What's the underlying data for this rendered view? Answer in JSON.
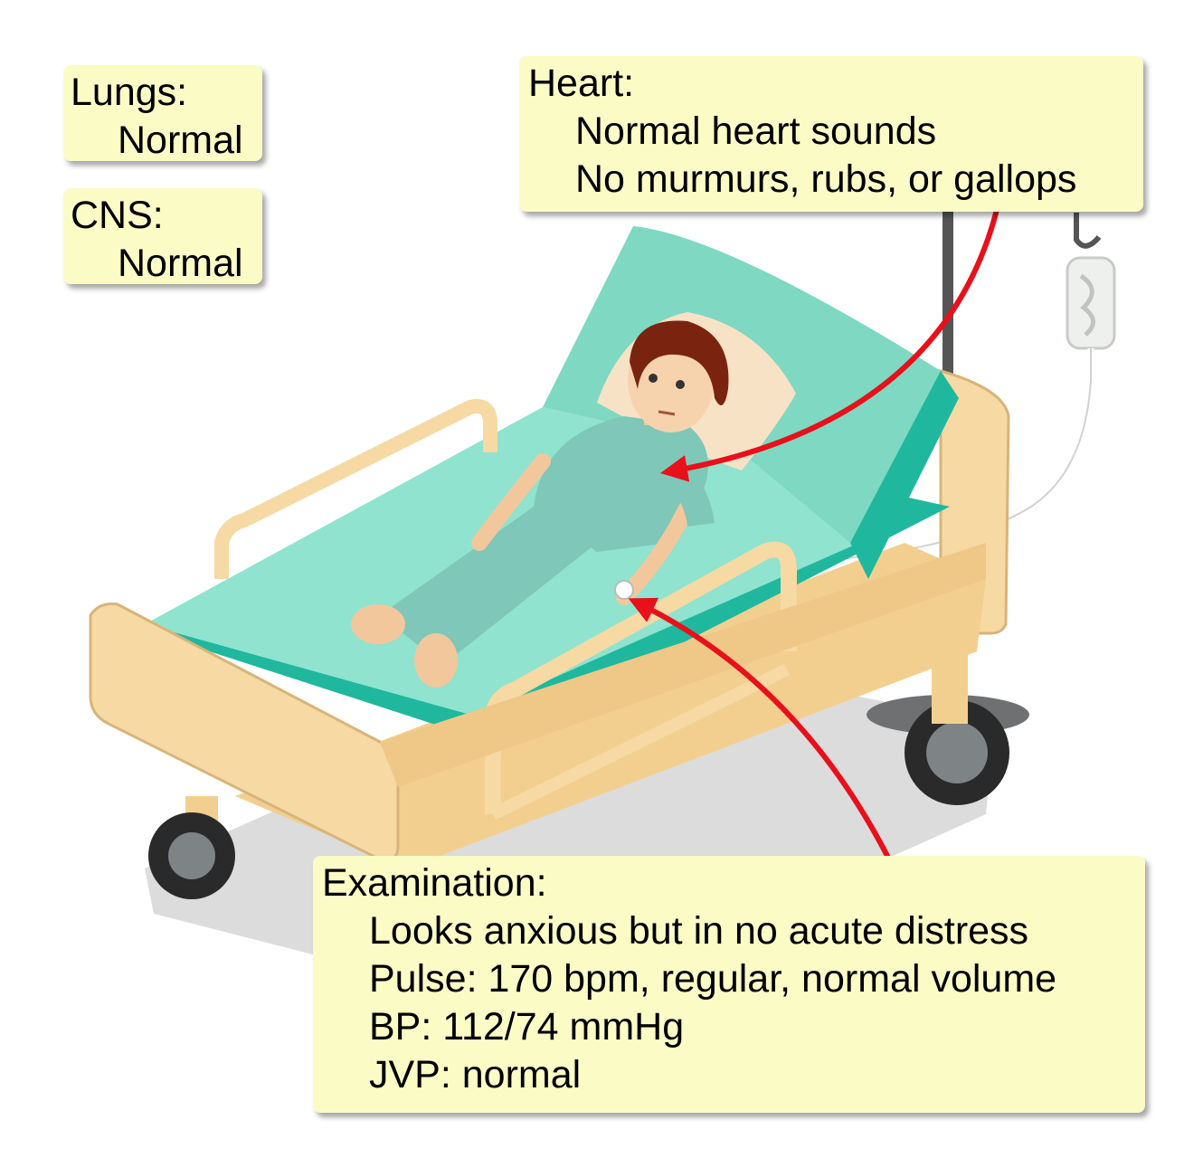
{
  "callouts": {
    "lungs": {
      "title": "Lungs:",
      "lines": [
        "Normal"
      ]
    },
    "cns": {
      "title": "CNS:",
      "lines": [
        "Normal"
      ]
    },
    "heart": {
      "title": "Heart:",
      "lines": [
        "Normal heart sounds",
        "No murmurs, rubs, or gallops"
      ]
    },
    "exam": {
      "title": "Examination:",
      "lines": [
        "Looks anxious but in no acute distress",
        "Pulse: 170 bpm, regular, normal volume",
        "BP: 112/74 mmHg",
        "JVP: normal"
      ]
    }
  },
  "colors": {
    "callout_fill": "#fbfbc6",
    "arrow": "#e8101a",
    "mattress": "#8fe3cf",
    "mattress_dark": "#1fb89e",
    "bed_frame": "#f6d9a3",
    "gown": "#7fc7b8",
    "hair": "#7a2410"
  }
}
